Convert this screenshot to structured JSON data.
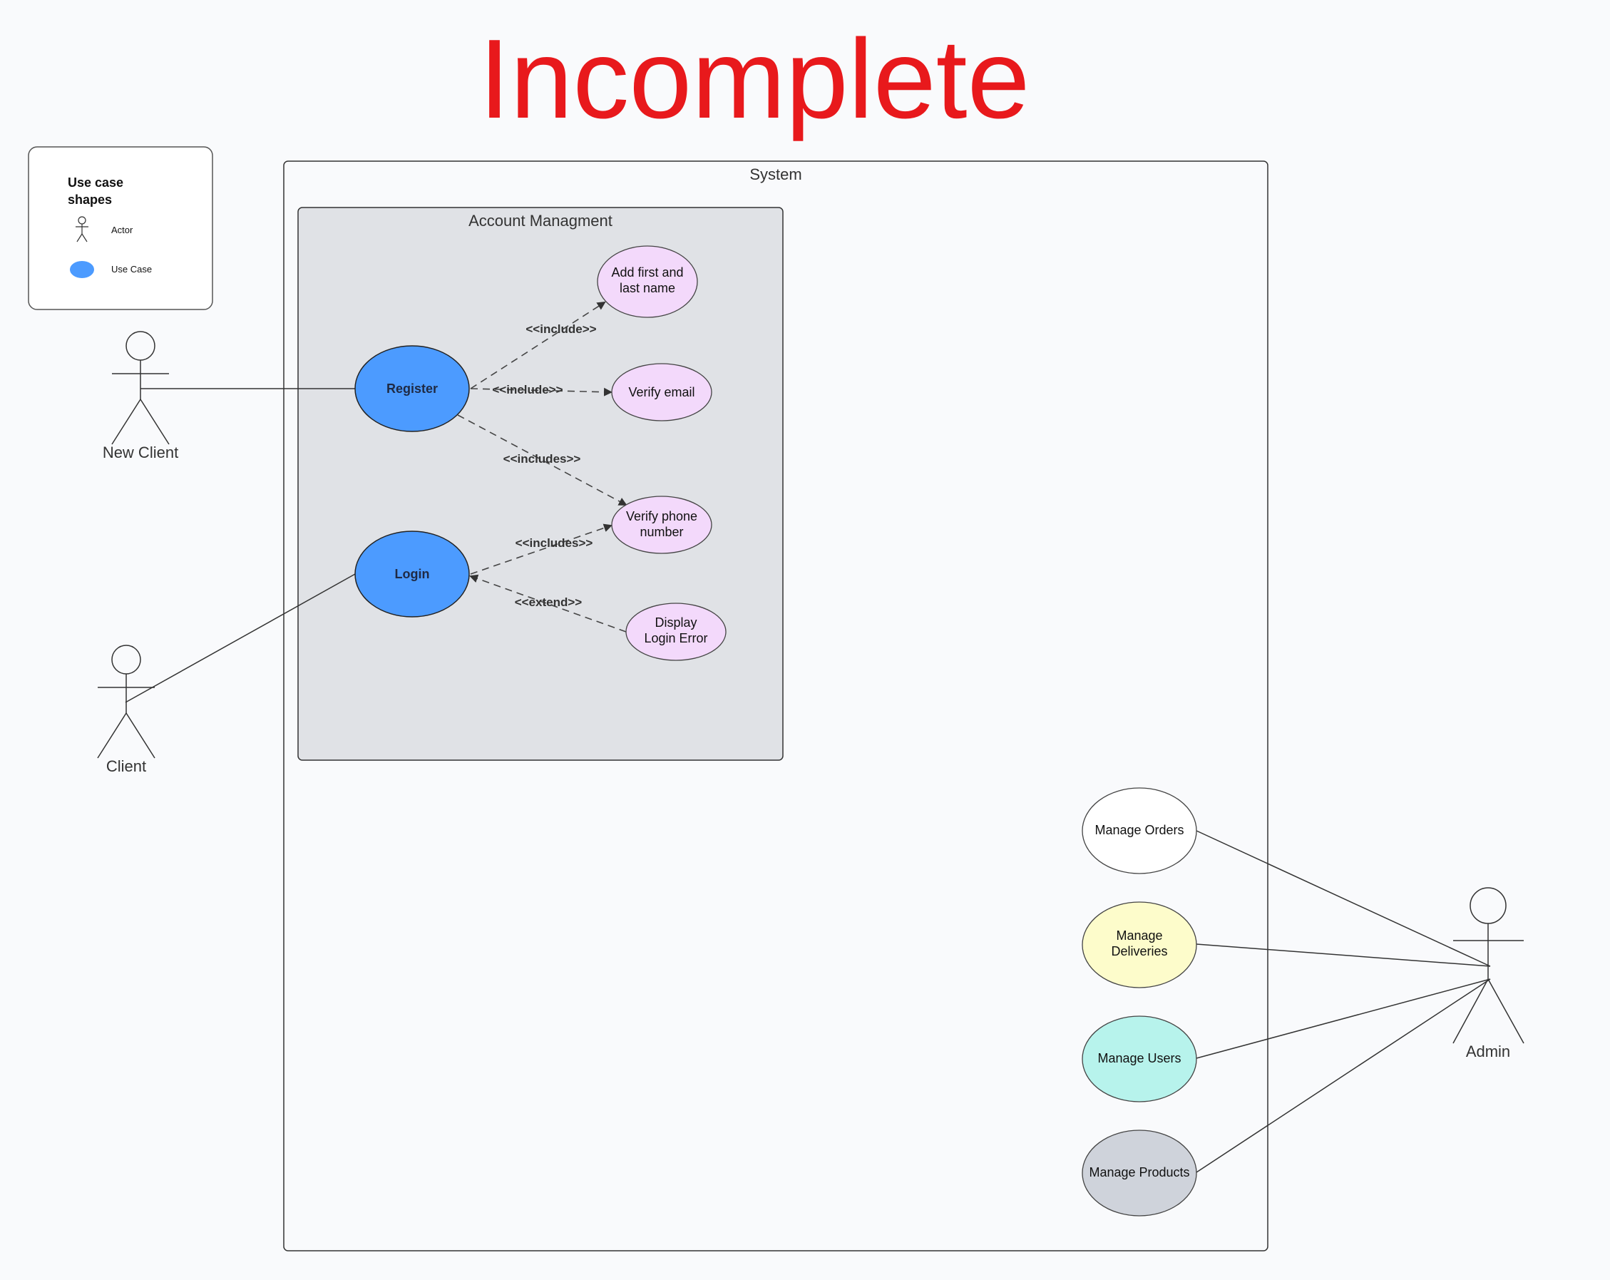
{
  "title": "Incomplete",
  "legend": {
    "title_line1": "Use case",
    "title_line2": "shapes",
    "actor_label": "Actor",
    "usecase_label": "Use Case"
  },
  "system": {
    "label": "System"
  },
  "account_group": {
    "label": "Account Managment"
  },
  "actors": {
    "new_client": "New Client",
    "client": "Client",
    "admin": "Admin"
  },
  "use_cases": {
    "register": "Register",
    "login": "Login",
    "add_name_line1": "Add first and",
    "add_name_line2": "last name",
    "verify_email": "Verify email",
    "verify_phone_line1": "Verify phone",
    "verify_phone_line2": "number",
    "display_error_line1": "Display",
    "display_error_line2": "Login Error",
    "manage_orders": "Manage Orders",
    "manage_deliveries_line1": "Manage",
    "manage_deliveries_line2": "Deliveries",
    "manage_users": "Manage Users",
    "manage_products": "Manage Products"
  },
  "relations": {
    "reg_add_name": "<<include>>",
    "reg_verify_email": "<<include>>",
    "reg_verify_phone": "<<includes>>",
    "login_verify_phone": "<<includes>>",
    "error_login": "<<extend>>"
  },
  "colors": {
    "primary_usecase": "#4c9bff",
    "sub_usecase": "#f3d9fb",
    "orders": "#ffffff",
    "deliveries": "#fdfccb",
    "users": "#b7f3ec",
    "products": "#cfd3db",
    "title": "#e8191c",
    "group_fill": "#e0e2e6"
  }
}
